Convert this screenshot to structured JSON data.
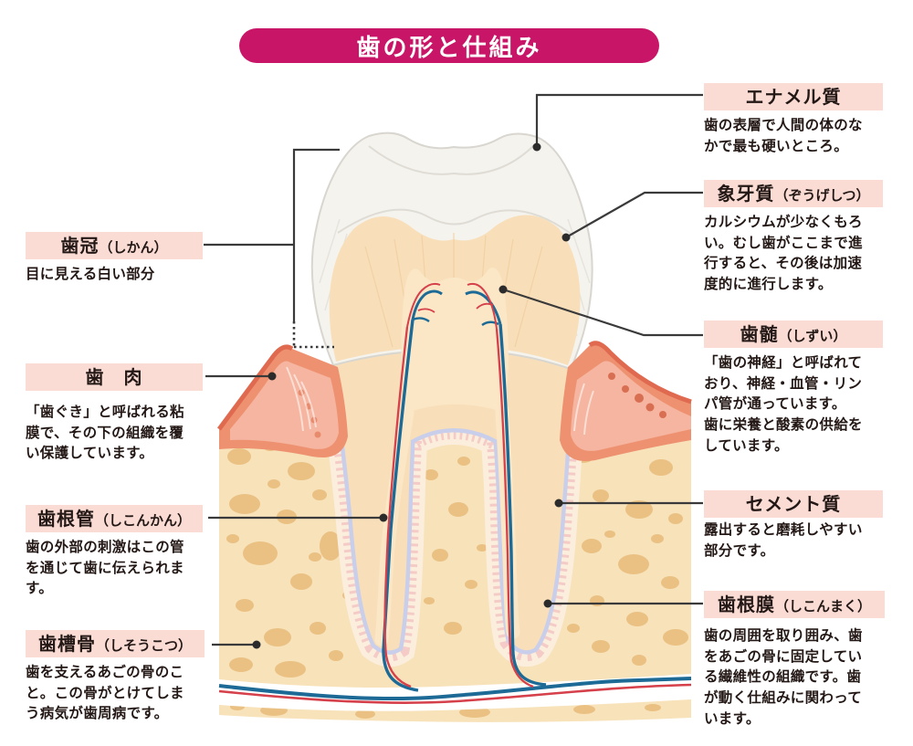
{
  "title": {
    "text": "歯の形と仕組み"
  },
  "colors": {
    "banner": "#C81567",
    "label_header_bg": "#FADCD5",
    "text": "#231815",
    "leader_line": "#3A3A3A",
    "enamel": "#F5F3EE",
    "dentin": "#F8DFBA",
    "pulp": "#FBE7C6",
    "gum": "#EE9170",
    "bone": "#F7E2BA",
    "bone_spots": "#EAC183",
    "ligament": "#C9CFEA",
    "ligament_fringe": "#F4CBC7",
    "artery": "#D5404A",
    "vein": "#1D6A96"
  },
  "labels_left": [
    {
      "id": "shikan",
      "name": "歯冠",
      "reading": "（しかん）",
      "body": "目に見える白い部分"
    },
    {
      "id": "shiniku",
      "name": "歯　肉",
      "reading": "",
      "body": "「歯ぐき」と呼ばれる粘膜で、その下の組織を覆い保護しています。"
    },
    {
      "id": "shikonkan",
      "name": "歯根管",
      "reading": "（しこんかん）",
      "body": "歯の外部の刺激はこの管を通じて歯に伝えられます。"
    },
    {
      "id": "shisokotsu",
      "name": "歯槽骨",
      "reading": "（しそうこつ）",
      "body": "歯を支えるあごの骨のこと。この骨がとけてしまう病気が歯周病です。"
    }
  ],
  "labels_right": [
    {
      "id": "enamel",
      "name": "エナメル質",
      "reading": "",
      "body": "歯の表層で人間の体のなかで最も硬いところ。"
    },
    {
      "id": "zogeshitsu",
      "name": "象牙質",
      "reading": "（ぞうげしつ）",
      "body": "カルシウムが少なくもろい。むし歯がここまで進行すると、その後は加速度的に進行します。"
    },
    {
      "id": "shizui",
      "name": "歯髄",
      "reading": "（しずい）",
      "body": "「歯の神経」と呼ばれており、神経・血管・リンパ管が通っています。\n歯に栄養と酸素の供給をしています。"
    },
    {
      "id": "cement",
      "name": "セメント質",
      "reading": "",
      "body": "露出すると磨耗しやすい部分です。"
    },
    {
      "id": "shikonmaku",
      "name": "歯根膜",
      "reading": "（しこんまく）",
      "body": "歯の周囲を取り囲み、歯をあごの骨に固定している繊維性の組織です。歯が動く仕組みに関わっています。"
    }
  ],
  "illustration": {
    "parts": [
      "エナメル質",
      "象牙質",
      "歯髄",
      "歯肉",
      "歯槽骨",
      "歯根膜",
      "セメント質",
      "歯根管",
      "血管"
    ]
  }
}
